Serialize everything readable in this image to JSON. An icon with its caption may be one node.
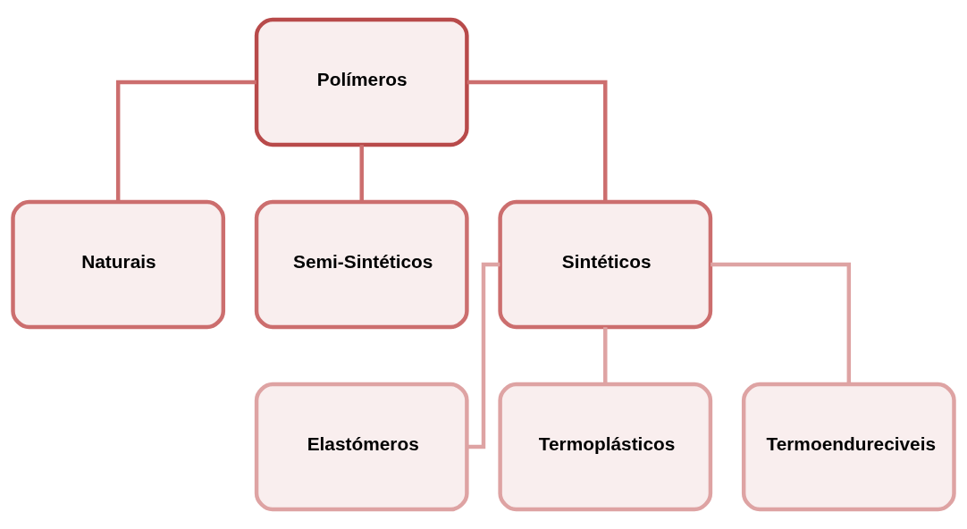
{
  "diagram": {
    "nodes": [
      {
        "text": [
          "Polímeros"
        ]
      },
      {
        "text": [
          "Naturais"
        ]
      },
      {
        "text": [
          "Semi-Sintéticos"
        ]
      },
      {
        "text": [
          "Sintéticos"
        ]
      },
      {
        "text": [
          "Elastómeros"
        ]
      },
      {
        "text": [
          "Termoplásticos"
        ]
      },
      {
        "text": [
          "Termoendureciveis"
        ]
      }
    ],
    "edges": [
      {
        "from": 0,
        "to": 1,
        "arrow": "none"
      },
      {
        "from": 0,
        "to": 2,
        "arrow": "none"
      },
      {
        "from": 0,
        "to": 3,
        "arrow": "none"
      },
      {
        "from": 3,
        "to": 4,
        "arrow": "none",
        "color": "#dea3a3"
      },
      {
        "from": 3,
        "to": 5,
        "arrow": "none",
        "color": "#dea3a3"
      },
      {
        "from": 3,
        "to": 6,
        "arrow": "none",
        "color": "#dea3a3"
      }
    ]
  }
}
